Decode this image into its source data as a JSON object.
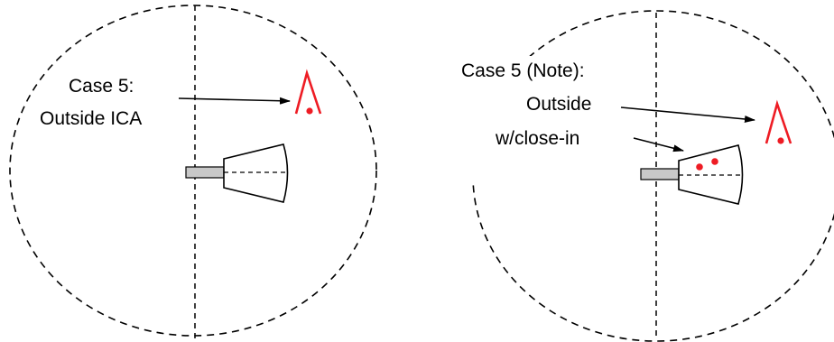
{
  "panels": [
    {
      "id": "left",
      "label_lines": [
        "Case 5:",
        "Outside ICA"
      ],
      "arrows": [
        "label-to-obstacle"
      ],
      "close_in_obstacle_count": 0
    },
    {
      "id": "right",
      "label_lines": [
        "Case 5 (Note):",
        "Outside",
        "w/close-in"
      ],
      "arrows": [
        "outside-to-obstacle",
        "close-in-to-region"
      ],
      "close_in_obstacle_count": 2
    }
  ],
  "colors": {
    "line": "#000000",
    "obstacle": "#ee1c24",
    "runway": "#c8c8c8"
  },
  "icons": {
    "obstacle": "obstacle-marker-icon",
    "runway": "runway-rectangle"
  }
}
